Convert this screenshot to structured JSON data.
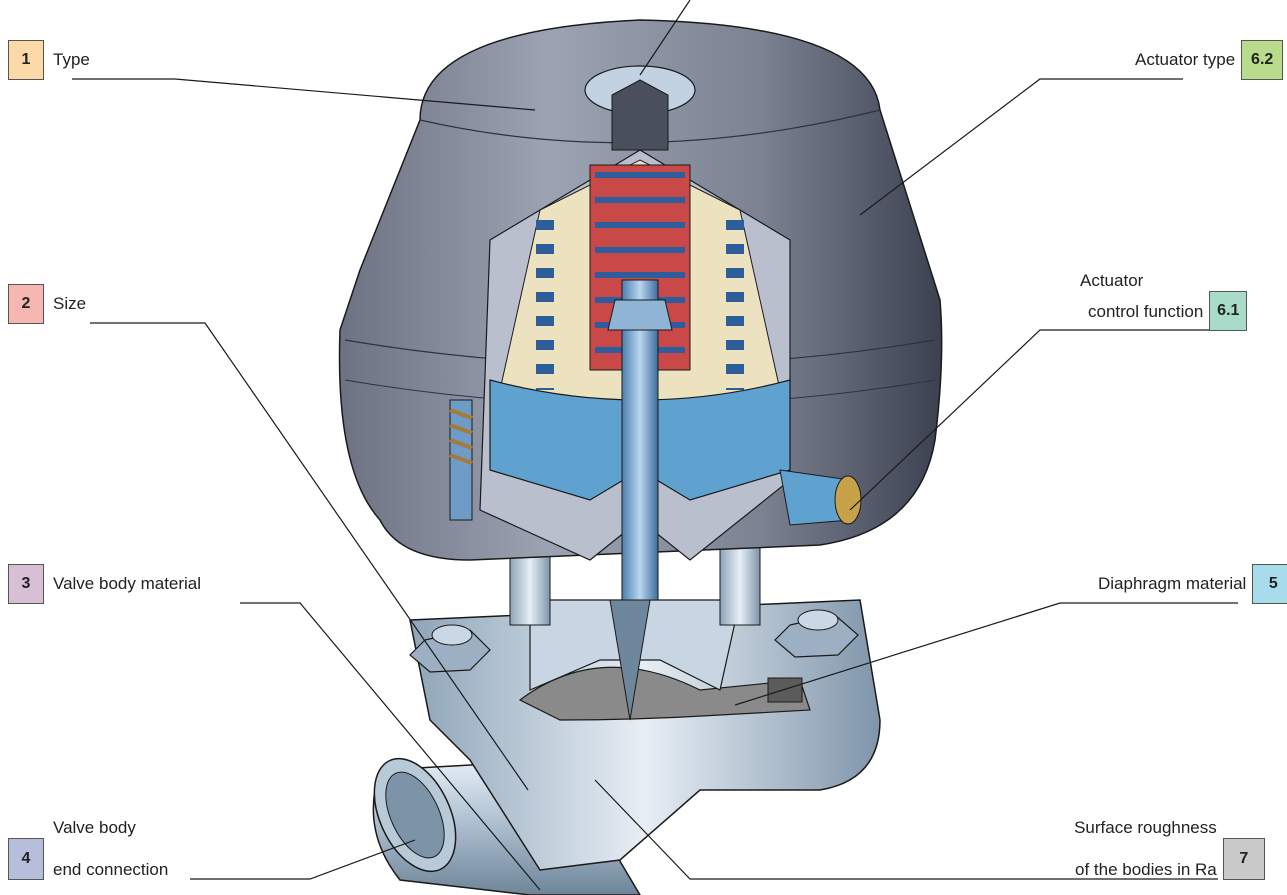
{
  "callouts": [
    {
      "id": "1",
      "text": "Type",
      "color": "#fbd9a8"
    },
    {
      "id": "2",
      "text": "Size",
      "color": "#f6b7b3"
    },
    {
      "id": "3",
      "text": "Valve body material",
      "color": "#d9bfd6"
    },
    {
      "id": "4",
      "line1": "Valve body",
      "line2": "end connection",
      "color": "#b7bedc"
    },
    {
      "id": "6.2",
      "text": "Actuator type",
      "color": "#b9dc8c"
    },
    {
      "id": "6.1",
      "line1": "Actuator",
      "line2": "control function",
      "color": "#a8dcc9"
    },
    {
      "id": "5",
      "text": "Diaphragm material",
      "color": "#a9dcea"
    },
    {
      "id": "7",
      "line1": "Surface roughness",
      "line2": "of the bodies in Ra",
      "color": "#c9c9c9"
    }
  ]
}
